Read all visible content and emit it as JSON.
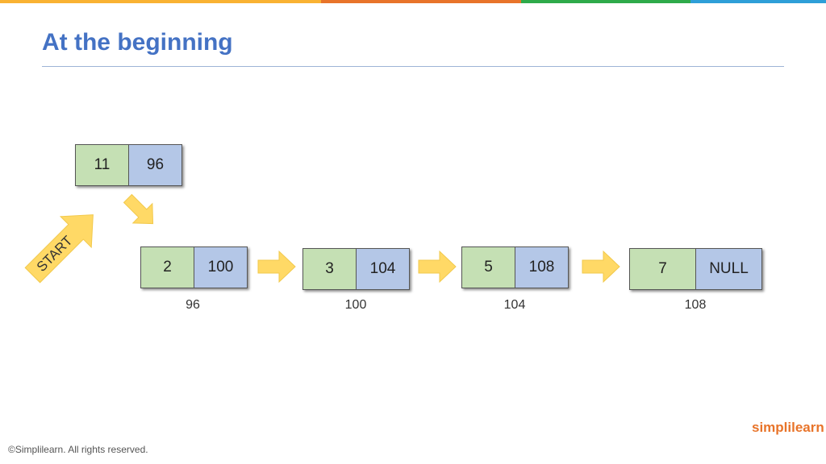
{
  "title": "At the beginning",
  "colors": {
    "title": "#4472C4",
    "data_cell": "#C5E0B4",
    "pointer_cell": "#B4C7E7",
    "arrow": "#FFD966",
    "topbar": [
      "#F9B233",
      "#E8742A",
      "#2EAA4A",
      "#2E9FD8"
    ]
  },
  "new_node": {
    "data": "11",
    "next": "96"
  },
  "start_label": "START",
  "nodes": [
    {
      "data": "2",
      "next": "100",
      "address": "96"
    },
    {
      "data": "3",
      "next": "104",
      "address": "100"
    },
    {
      "data": "5",
      "next": "108",
      "address": "104"
    },
    {
      "data": "7",
      "next": "NULL",
      "address": "108"
    }
  ],
  "footer": "©Simplilearn. All rights reserved.",
  "logo": "simplilearn"
}
